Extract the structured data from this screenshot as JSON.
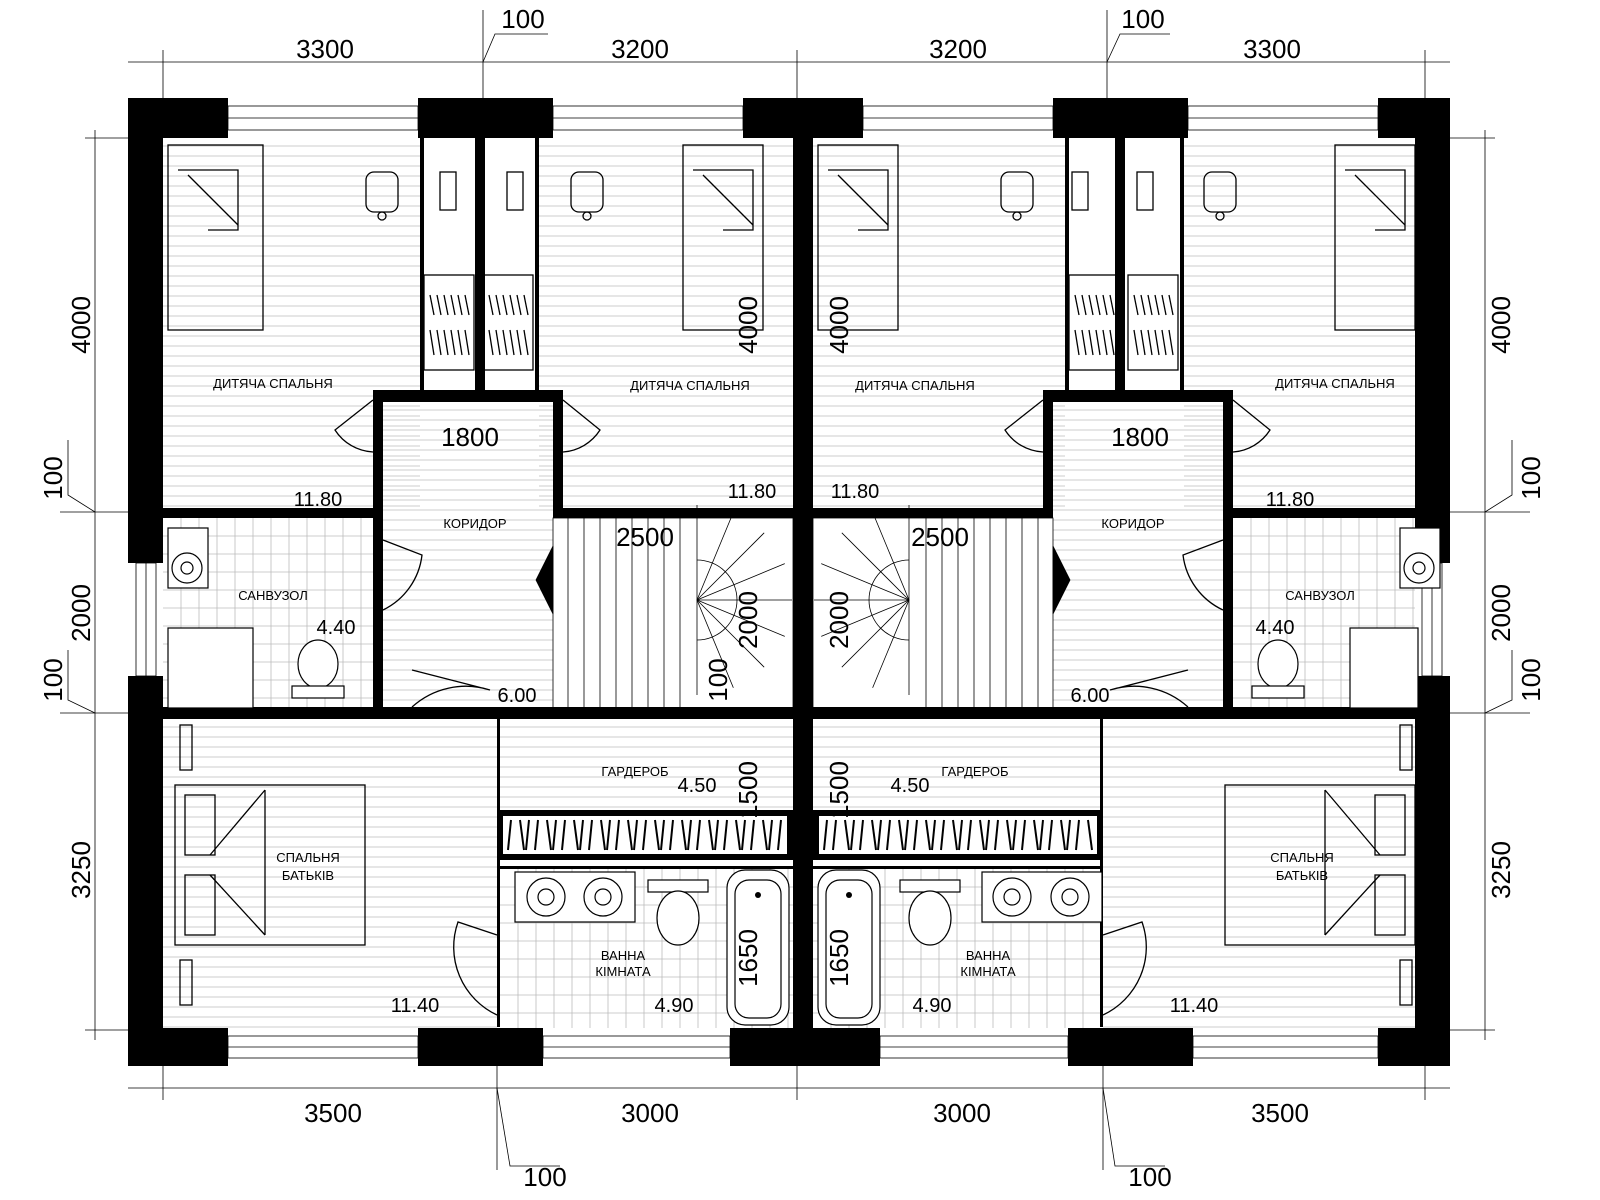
{
  "drawing": {
    "dimensions": {
      "top": [
        "3300",
        "3200",
        "3200",
        "3300"
      ],
      "top_gap": "100",
      "bottom": [
        "3500",
        "3000",
        "3000",
        "3500"
      ],
      "bottom_gap": "100",
      "side_rooms": "4000",
      "side_bath": "2000",
      "side_parents": "3250",
      "side_gap": "100",
      "corridor_width": "1800",
      "stair_length": "2500",
      "stair_width": "2000",
      "stair_step": "100",
      "wardrobe_depth": "1500",
      "tub_length": "1650"
    },
    "units": [
      {
        "rooms": {
          "kids_a": {
            "name": "ДИТЯЧА СПАЛЬНЯ",
            "area": "11.80"
          },
          "kids_b": {
            "name": "ДИТЯЧА СПАЛЬНЯ",
            "area": "11.80"
          },
          "corridor": {
            "name": "КОРИДОР",
            "area": "6.00"
          },
          "wc": {
            "name": "САНВУЗОЛ",
            "area": "4.40"
          },
          "parents_l1": "СПАЛЬНЯ",
          "parents_l2": "БАТЬКІВ",
          "parents_area": "11.40",
          "wardrobe": {
            "name": "ГАРДЕРОБ",
            "area": "4.50"
          },
          "bath_l1": "ВАННА",
          "bath_l2": "КІМНАТА",
          "bath_area": "4.90"
        }
      },
      {
        "rooms": {
          "kids_a": {
            "name": "ДИТЯЧА СПАЛЬНЯ",
            "area": "11.80"
          },
          "kids_b": {
            "name": "ДИТЯЧА СПАЛЬНЯ",
            "area": "11.80"
          },
          "corridor": {
            "name": "КОРИДОР",
            "area": "6.00"
          },
          "wc": {
            "name": "САНВУЗОЛ",
            "area": "4.40"
          },
          "parents_l1": "СПАЛЬНЯ",
          "parents_l2": "БАТЬКІВ",
          "parents_area": "11.40",
          "wardrobe": {
            "name": "ГАРДЕРОБ",
            "area": "4.50"
          },
          "bath_l1": "ВАННА",
          "bath_l2": "КІМНАТА",
          "bath_area": "4.90"
        }
      }
    ]
  }
}
